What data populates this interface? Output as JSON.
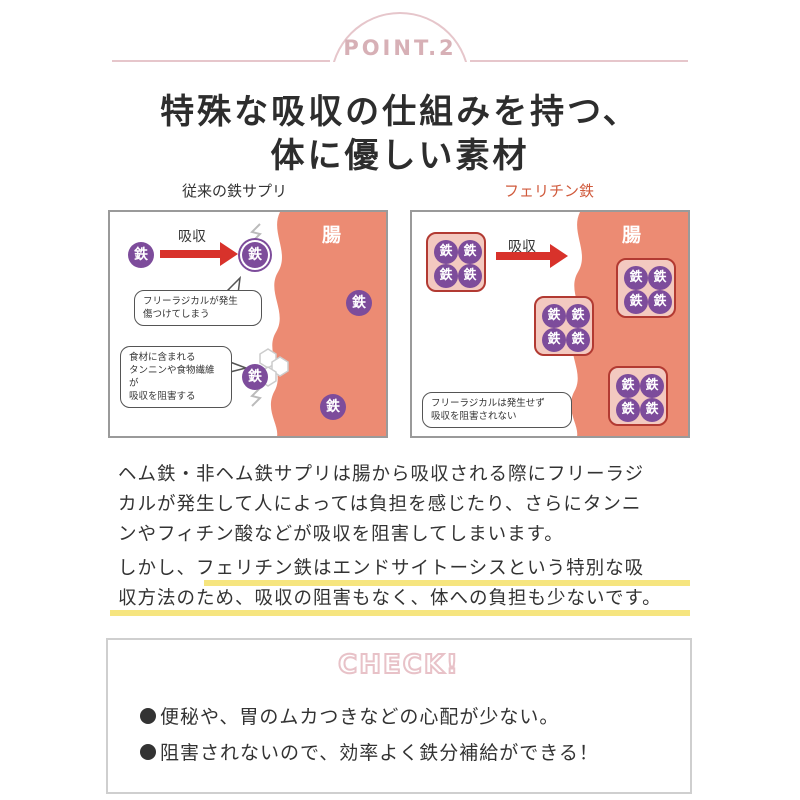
{
  "header": {
    "point_label": "POINT.2",
    "headline_line1": "特殊な吸収の仕組みを持つ、",
    "headline_line2": "体に優しい素材"
  },
  "left_panel": {
    "caption": "従来の鉄サプリ",
    "intestine_label": "腸",
    "absorb_label": "吸収",
    "iron": "鉄",
    "bubble_free_radical": [
      "フリーラジカルが発生",
      "傷つけてしまう"
    ],
    "bubble_food": [
      "食材に含まれる",
      "タンニンや食物繊維が",
      "吸収を阻害する"
    ]
  },
  "right_panel": {
    "caption": "フェリチン鉄",
    "intestine_label": "腸",
    "absorb_label": "吸収",
    "iron": "鉄",
    "bubble_note": [
      "フリーラジカルは発生せず",
      "吸収を阻害されない"
    ]
  },
  "description": {
    "line1": "ヘム鉄・非ヘム鉄サプリは腸から吸収される際にフリーラジ",
    "line2": "カルが発生して人によっては負担を感じたり、さらにタンニ",
    "line3": "ンやフィチン酸などが吸収を阻害してしまいます。",
    "line4": "しかし、フェリチン鉄はエンドサイトーシスという特別な吸",
    "line5": "収方法のため、吸収の阻害もなく、体への負担も少ないです。"
  },
  "check": {
    "title": "CHECK!",
    "items": [
      "便秘や、胃のムカつきなどの心配が少ない。",
      "阻害されないので、効率よく鉄分補給ができる！"
    ]
  },
  "colors": {
    "intestine": "#ec8b73",
    "iron": "#7d4c9b",
    "arrow": "#d8322b",
    "accent_pink": "#e6c6cb",
    "highlight": "#f6e57f"
  }
}
